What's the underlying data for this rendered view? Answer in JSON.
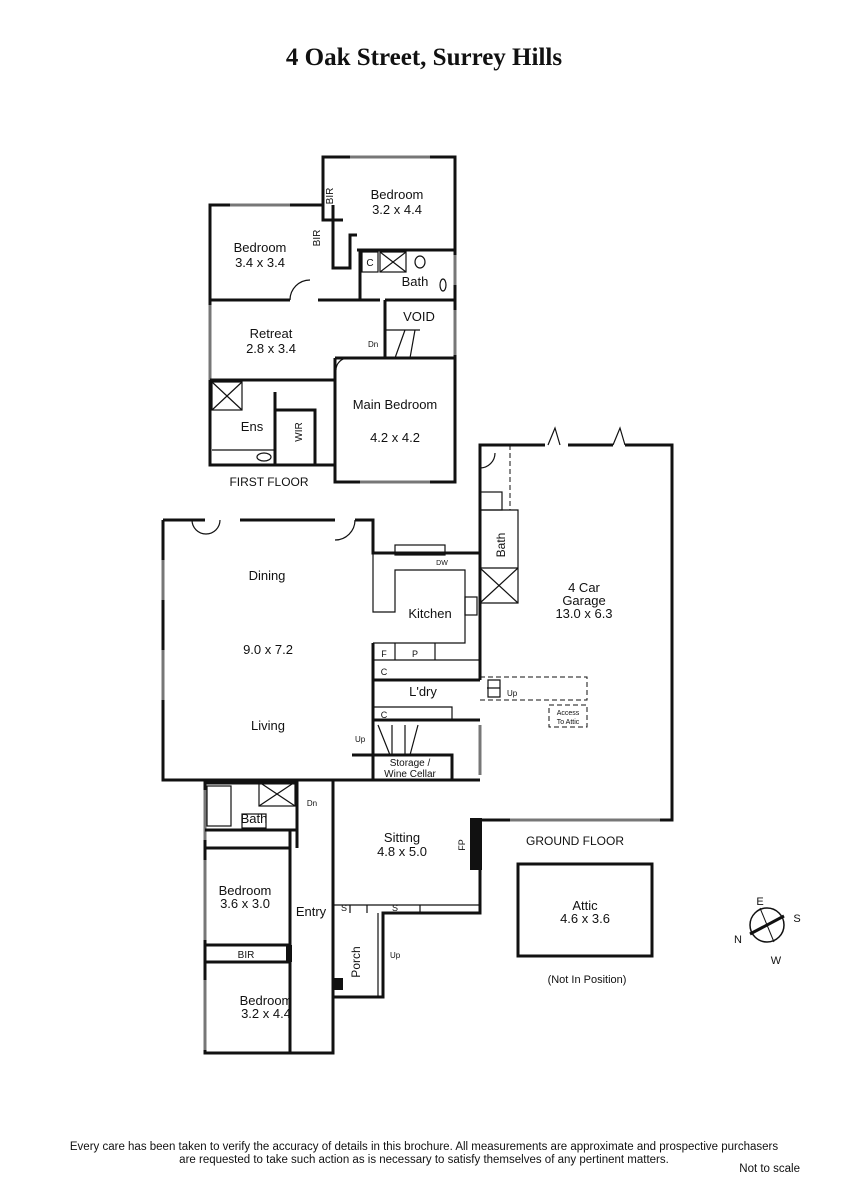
{
  "title": "4 Oak Street, Surrey Hills",
  "first_floor": {
    "label": "FIRST FLOOR",
    "rooms": [
      {
        "name": "Bedroom",
        "size": "3.2 x 4.4"
      },
      {
        "name": "Bedroom",
        "size": "3.4 x 3.4"
      },
      {
        "name": "Retreat",
        "size": "2.8 x 3.4"
      },
      {
        "name": "Main Bedroom",
        "size": "4.2 x 4.2"
      }
    ],
    "bath": "Bath",
    "void": "VOID",
    "ens": "Ens",
    "wir": "WIR",
    "bir": "BIR",
    "c": "C",
    "dn": "Dn"
  },
  "ground_floor": {
    "label": "GROUND FLOOR",
    "dining": "Dining",
    "living_size": "9.0 x 7.2",
    "living": "Living",
    "kitchen": "Kitchen",
    "dw": "DW",
    "f": "F",
    "p": "P",
    "c": "C",
    "laundry": "L'dry",
    "storage": "Storage /",
    "wine": "Wine Cellar",
    "up": "Up",
    "dn": "Dn",
    "garage": [
      "4 Car",
      "Garage",
      "13.0 x 6.3"
    ],
    "access": [
      "Access",
      "To Attic"
    ],
    "bath": "Bath",
    "sitting": {
      "name": "Sitting",
      "size": "4.8 x 5.0"
    },
    "fp": "FP",
    "s": "S",
    "bedroom1": {
      "name": "Bedroom",
      "size": "3.6 x 3.0"
    },
    "bir": "BIR",
    "bedroom2": {
      "name": "Bedroom",
      "size": "3.2 x 4.4"
    },
    "entry": "Entry",
    "porch": "Porch"
  },
  "attic": {
    "name": "Attic",
    "size": "4.6 x 3.6",
    "note": "(Not In Position)"
  },
  "compass": {
    "n": "N",
    "e": "E",
    "s": "S",
    "w": "W"
  },
  "disclaimer": [
    "Every care has been taken to verify the accuracy of details in this brochure.  All measurements are approximate and prospective purchasers",
    "are requested to take such action as is necessary to satisfy themselves of any pertinent matters."
  ],
  "not_to_scale": "Not to scale"
}
